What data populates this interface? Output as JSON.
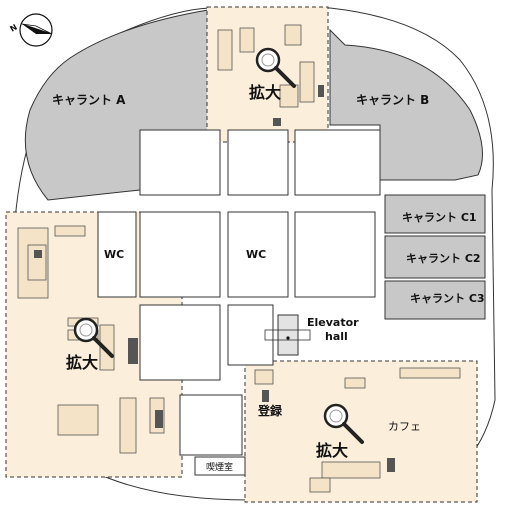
{
  "map": {
    "stores": {
      "a": "キャラント A",
      "b": "キャラント B",
      "c1": "キャラント C1",
      "c2": "キャラント C2",
      "c3": "キャラント C3"
    },
    "wc_left": "WC",
    "wc_center": "WC",
    "elevator_hall_line1": "Elevator",
    "elevator_hall_line2": "hall",
    "registration": "登録",
    "cafe": "カフェ",
    "smoking_room": "喫煙室",
    "zoom_labels": [
      "拡大",
      "拡大",
      "拡大"
    ],
    "colors": {
      "store_grey": "#c8c8c8",
      "zoom_area": "#fbefdc",
      "wall": "#333333"
    },
    "icons": [
      "compass-icon",
      "magnifier-icon"
    ]
  }
}
